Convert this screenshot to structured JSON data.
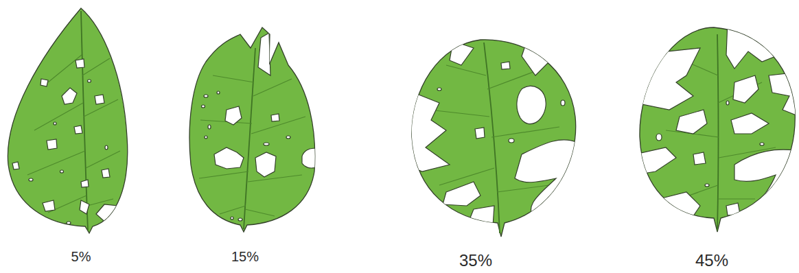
{
  "diagram": {
    "labels": [
      "5%",
      "15%",
      "35%",
      "45%"
    ]
  }
}
